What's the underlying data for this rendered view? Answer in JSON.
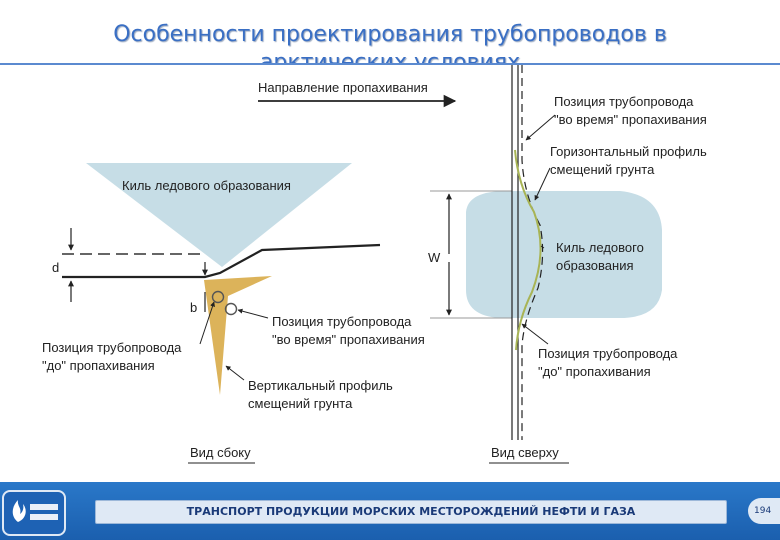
{
  "slide": {
    "title_line1": "Особенности проектирования трубопроводов в",
    "title_line2": "арктических условиях",
    "footer_text": "ТРАНСПОРТ ПРОДУКЦИИ МОРСКИХ МЕСТОРОЖДЕНИЙ НЕФТИ И ГАЗА",
    "page_number": "194"
  },
  "diagram": {
    "direction_label": "Направление пропахивания",
    "side_view": {
      "keel_label": "Киль ледового образования",
      "d_label": "d",
      "b_label": "b",
      "pipe_during_line1": "Позиция трубопровода",
      "pipe_during_line2": "\"во время\" пропахивания",
      "pipe_before_line1": "Позиция трубопровода",
      "pipe_before_line2": "\"до\" пропахивания",
      "profile_line1": "Вертикальный профиль",
      "profile_line2": "смещений грунта",
      "view_label": "Вид сбоку"
    },
    "top_view": {
      "pipe_during_line1": "Позиция трубопровода",
      "pipe_during_line2": "\"во время\" пропахивания",
      "profile_line1": "Горизонтальный профиль",
      "profile_line2": "смещений грунта",
      "w_label": "W",
      "keel_line1": "Киль ледового",
      "keel_line2": "образования",
      "pipe_before_line1": "Позиция трубопровода",
      "pipe_before_line2": "\"до\" пропахивания",
      "view_label": "Вид сверху"
    },
    "colors": {
      "ice": "#c6dde6",
      "soil": "#dcb35a",
      "pipe_curve": "#a8b455"
    }
  }
}
